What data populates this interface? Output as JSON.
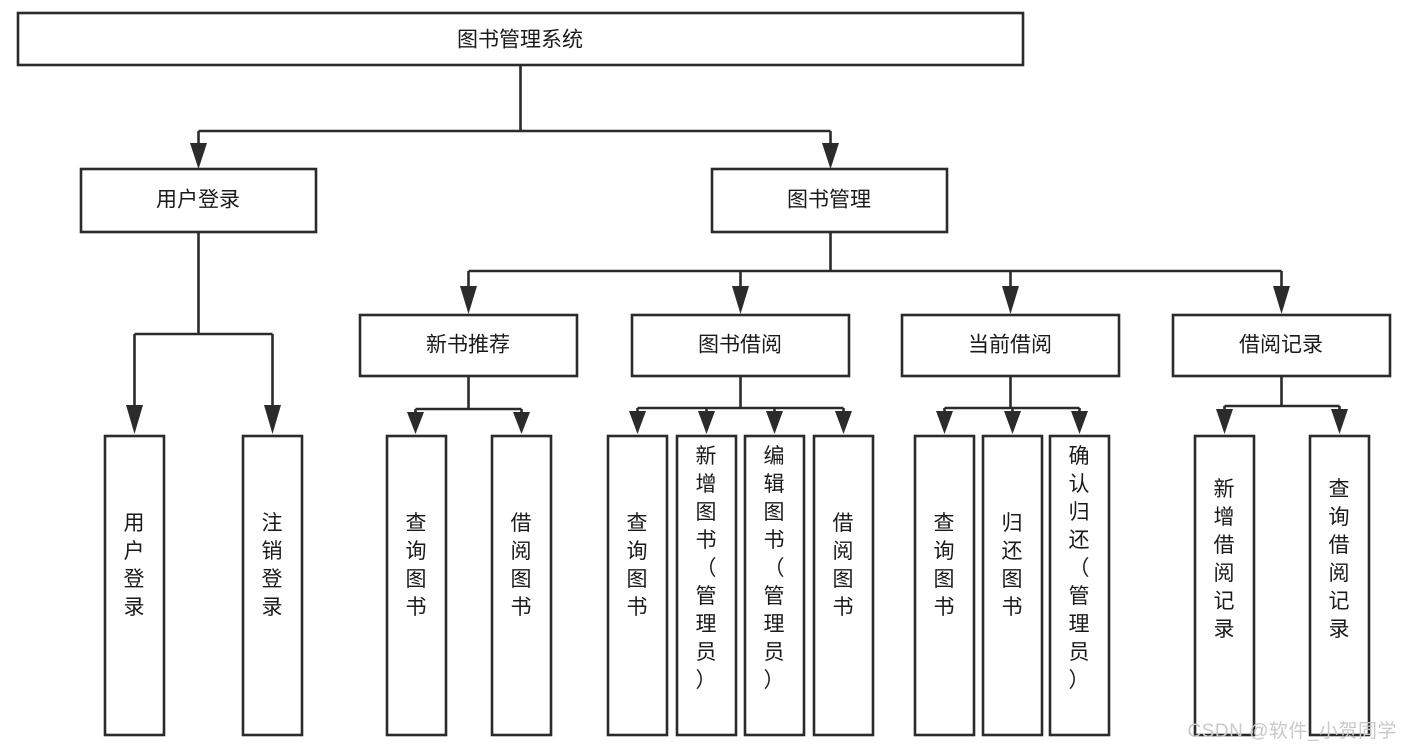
{
  "diagram": {
    "type": "tree",
    "title": "图书管理系统",
    "watermark": "CSDN @软件_小贺同学",
    "colors": {
      "box_stroke": "#2b2b2b",
      "box_fill": "#ffffff",
      "text": "#1a1a1a",
      "background": "#ffffff",
      "watermark": "#c9c9c9"
    },
    "nodes": {
      "root": {
        "label": "图书管理系统",
        "orientation": "horizontal"
      },
      "level2": [
        {
          "label": "用户登录",
          "orientation": "horizontal"
        },
        {
          "label": "图书管理",
          "orientation": "horizontal"
        }
      ],
      "level3": [
        {
          "label": "新书推荐",
          "orientation": "horizontal"
        },
        {
          "label": "图书借阅",
          "orientation": "horizontal"
        },
        {
          "label": "当前借阅",
          "orientation": "horizontal"
        },
        {
          "label": "借阅记录",
          "orientation": "horizontal"
        }
      ],
      "leaves_user_login": [
        {
          "label": "用户登录",
          "orientation": "vertical"
        },
        {
          "label": "注销登录",
          "orientation": "vertical"
        }
      ],
      "leaves_new_books": [
        {
          "label": "查询图书",
          "orientation": "vertical"
        },
        {
          "label": "借阅图书",
          "orientation": "vertical"
        }
      ],
      "leaves_borrow": [
        {
          "label": "查询图书",
          "orientation": "vertical"
        },
        {
          "label": "新增图书（管理员）",
          "orientation": "vertical"
        },
        {
          "label": "编辑图书（管理员）",
          "orientation": "vertical"
        },
        {
          "label": "借阅图书",
          "orientation": "vertical"
        }
      ],
      "leaves_current": [
        {
          "label": "查询图书",
          "orientation": "vertical"
        },
        {
          "label": "归还图书",
          "orientation": "vertical"
        },
        {
          "label": "确认归还（管理员）",
          "orientation": "vertical"
        }
      ],
      "leaves_records": [
        {
          "label": "新增借阅记录",
          "orientation": "vertical"
        },
        {
          "label": "查询借阅记录",
          "orientation": "vertical"
        }
      ]
    }
  }
}
